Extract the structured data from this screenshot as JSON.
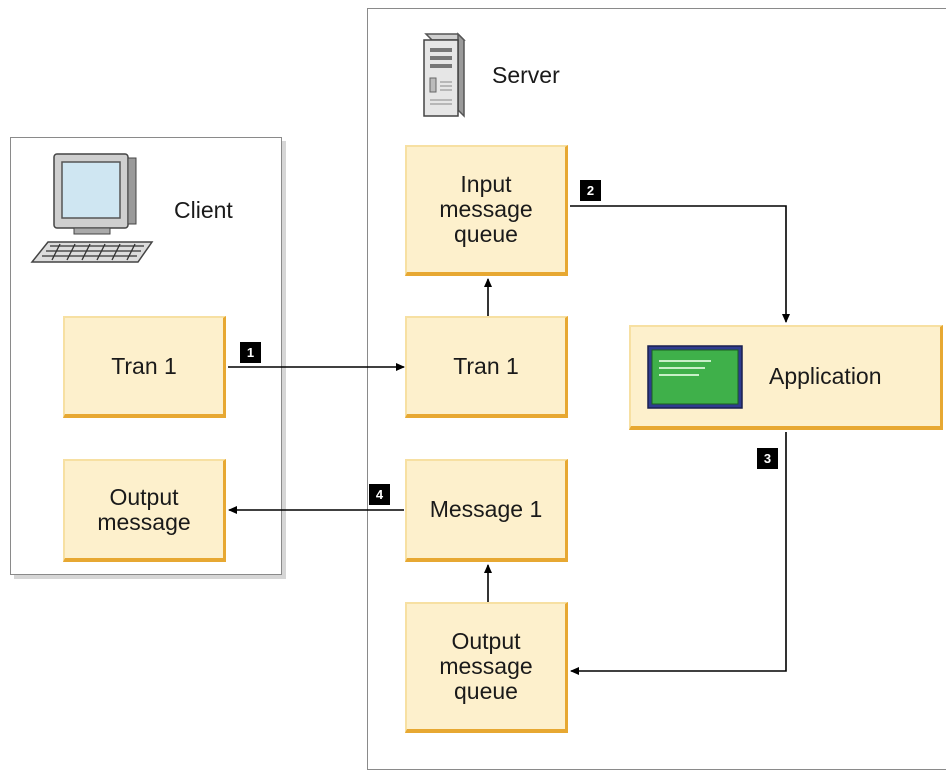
{
  "client": {
    "title": "Client",
    "icon": "desktop-computer-icon",
    "tran_box": "Tran 1",
    "output_box": [
      "Output",
      "message"
    ]
  },
  "server": {
    "title": "Server",
    "icon": "server-tower-icon",
    "input_queue": [
      "Input",
      "message",
      "queue"
    ],
    "tran_box": "Tran 1",
    "message_box": "Message 1",
    "output_queue": [
      "Output",
      "message",
      "queue"
    ],
    "application": "Application",
    "application_icon": "application-window-icon"
  },
  "steps": [
    "1",
    "2",
    "3",
    "4"
  ],
  "colors": {
    "box_fill": "#fdf0cc",
    "box_border": "#e7a832",
    "badge": "#000000",
    "app_screen": "#3fb04a"
  }
}
